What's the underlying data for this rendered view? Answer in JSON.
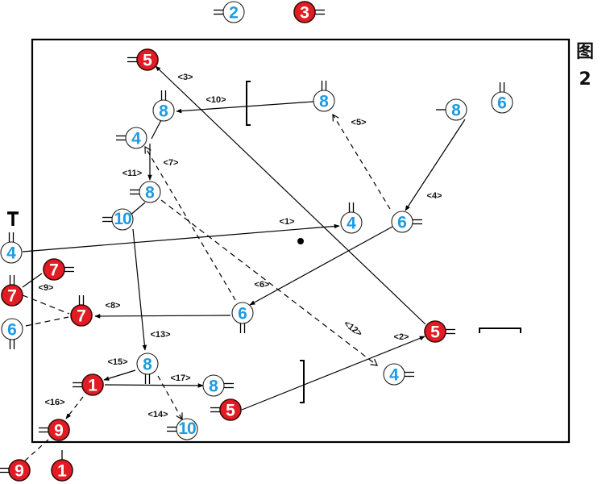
{
  "figure": {
    "char": "图",
    "number": "2"
  },
  "colors": {
    "blue": "#1e9be0",
    "red": "#e31b23",
    "red_ring": "#3a0a0a",
    "line": "#000000",
    "field": "#000000"
  },
  "players": {
    "top_blue_2": "2",
    "top_red_3": "3",
    "red_5_top": "5",
    "blue_8_mid": "8",
    "blue_8_right": "8",
    "blue_8_farright": "8",
    "blue_6_topright": "6",
    "blue_4_upper": "4",
    "blue_8_center": "8",
    "blue_10_upper": "10",
    "blue_4_center": "4",
    "blue_6_center": "6",
    "blue_4_left": "4",
    "red_7_upper": "7",
    "red_7_left": "7",
    "red_7_center": "7",
    "blue_6_left": "6",
    "blue_6_lower": "6",
    "red_5_right": "5",
    "blue_4_lowright": "4",
    "blue_8_lower": "8",
    "red_1_lower": "1",
    "blue_8_lowmid": "8",
    "red_5_bottom": "5",
    "blue_10_bottom": "10",
    "red_9_bottom": "9",
    "red_9_outside": "9",
    "red_1_outside": "1"
  },
  "labels": {
    "l1": "<1>",
    "l2": "<2>",
    "l3": "<3>",
    "l4": "<4>",
    "l5": "<5>",
    "l6": "<6>",
    "l7": "<7>",
    "l8": "<8>",
    "l9": "<9>",
    "l10": "<10>",
    "l11": "<11>",
    "l12": "<12>",
    "l13": "<13>",
    "l14": "<14>",
    "l15": "<15>",
    "l16": "<16>",
    "l17": "<17>"
  }
}
